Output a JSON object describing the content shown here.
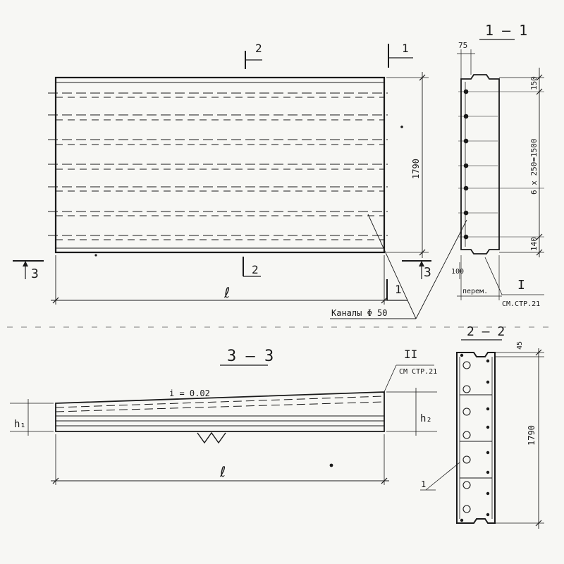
{
  "plan": {
    "cut_2_top": "2",
    "cut_1_top": "1",
    "cut_3_left": "3",
    "cut_2_bottom": "2",
    "cut_3_right": "3",
    "cut_1_bottom": "1",
    "length_label": "ℓ",
    "height_dim": "1790",
    "channels_label": "Каналы  Φ 50"
  },
  "section_1_1": {
    "title": "1 — 1",
    "top_offset": "75",
    "dim_top": "150",
    "dim_mid": "6 x 250=1500",
    "dim_bottom": "140",
    "dim_left": "100",
    "perem_label": "перем.",
    "node_label": "I",
    "node_ref": "СМ.СТР.21"
  },
  "section_3_3": {
    "title": "3 — 3",
    "slope": "i = 0.02",
    "h1": "h₁",
    "h2": "h₂",
    "length_label": "ℓ",
    "node_label": "II",
    "node_ref": "СМ СТР.21"
  },
  "section_2_2": {
    "title": "2 — 2",
    "dim_top": "45",
    "height_dim": "1790",
    "callout": "1"
  }
}
